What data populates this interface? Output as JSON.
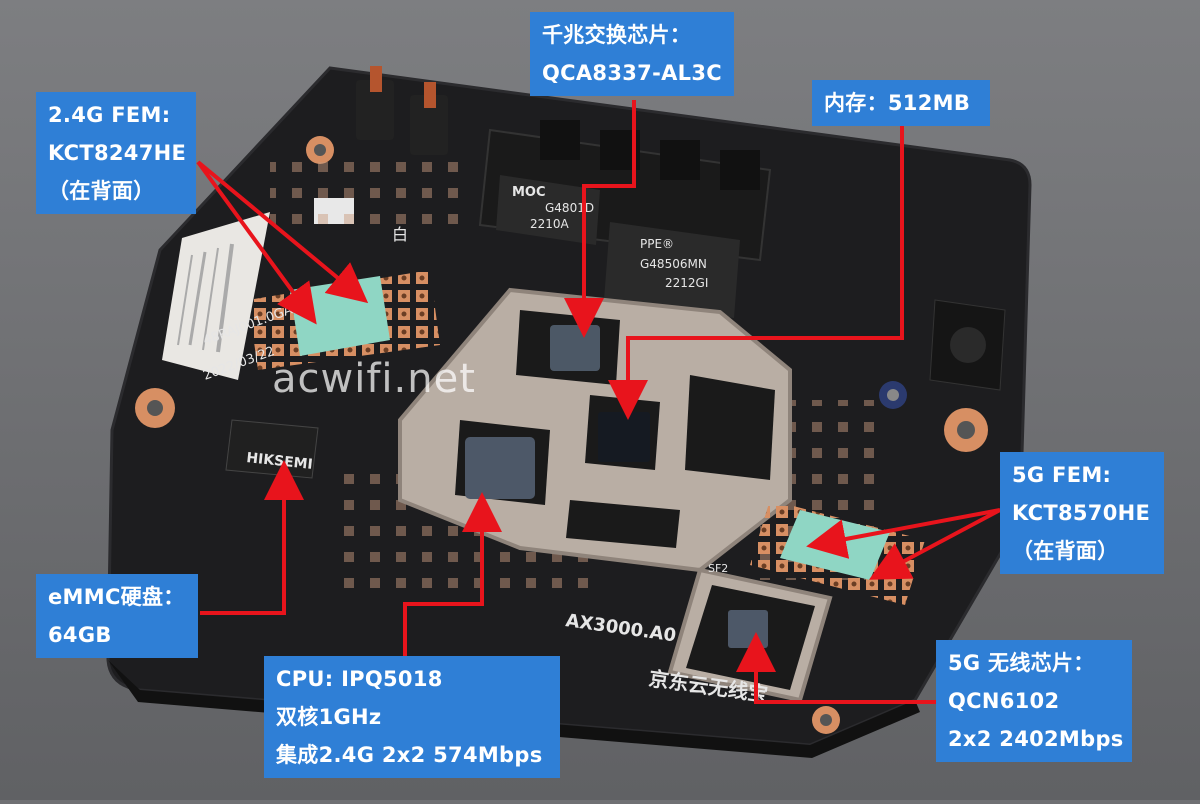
{
  "watermark": "acwifi.net",
  "board": {
    "model": "AX3000.A0",
    "brand": "京东云无线宝",
    "marking_date": "2022/03/22",
    "marking_code": "48RAJ001.0GA",
    "chip_moc": "MOC",
    "chip_moc_code1": "G4801D",
    "chip_moc_code2": "2210A",
    "chip_ppe": "PPE®",
    "chip_ppe_code1": "G48506MN",
    "chip_ppe_code2": "2212GI",
    "emmc_brand": "HIKSEMI",
    "silk_sf2": "SF2",
    "silk_white": "白"
  },
  "annotations": {
    "fem24": [
      "2.4G FEM:",
      "KCT8247HE",
      "（在背面）"
    ],
    "switch": [
      "千兆交换芯片：",
      "QCA8337-AL3C"
    ],
    "memory": [
      "内存：512MB"
    ],
    "fem5": [
      "5G FEM:",
      "KCT8570HE",
      "（在背面）"
    ],
    "emmc": [
      "eMMC硬盘：",
      "64GB"
    ],
    "cpu": [
      "CPU: IPQ5018",
      "双核1GHz",
      "集成2.4G  2x2 574Mbps"
    ],
    "wifi5": [
      "5G 无线芯片：",
      "QCN6102",
      "2x2 2402Mbps"
    ]
  },
  "colors": {
    "label_bg": "#2f7fd6",
    "arrow": "#e8141c",
    "pcb": "#1d1d1f",
    "shield": "#b9aea4",
    "thermal_pad": "#8fd6c4",
    "copper_pad": "#d78f63"
  }
}
